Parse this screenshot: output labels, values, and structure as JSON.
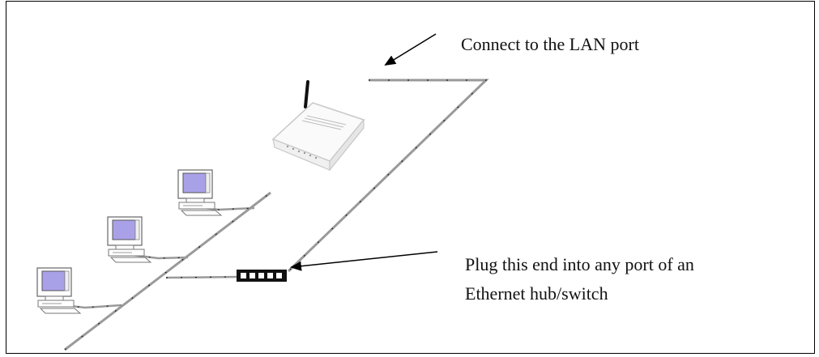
{
  "labels": {
    "lan_port": "Connect to the LAN port",
    "hub_line1": "Plug this end into any port of an",
    "hub_line2": "Ethernet hub/switch"
  },
  "colors": {
    "cable": "#9a9a9a",
    "cable_tick": "#222222",
    "monitor_screen": "#a9a1e8",
    "device_body": "#ffffff",
    "connector": "#111111"
  },
  "icons": [
    "router-icon",
    "computer-icon",
    "rj45-plug-icon",
    "arrow-icon"
  ]
}
